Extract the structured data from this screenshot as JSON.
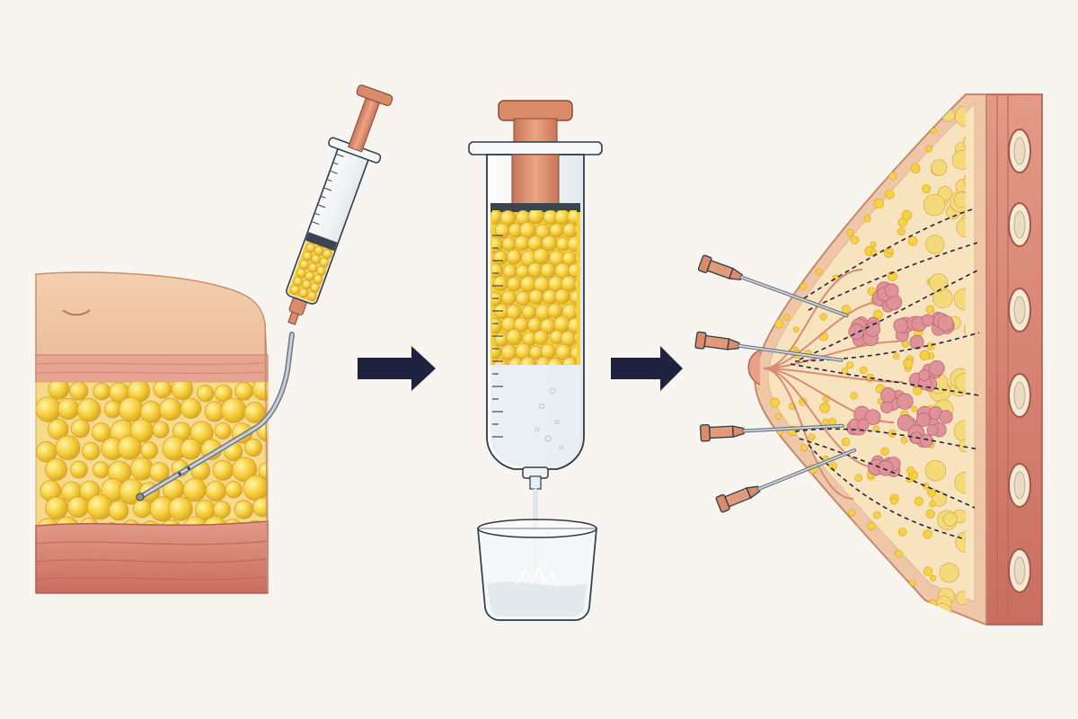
{
  "diagram": {
    "type": "procedure-illustration",
    "steps": [
      {
        "id": "harvest",
        "icon": "liposuction-cannula-syringe-icon"
      },
      {
        "id": "process",
        "icon": "decanting-syringe-icon"
      },
      {
        "id": "inject",
        "icon": "breast-fat-injection-icon"
      }
    ],
    "arrows": 2,
    "cannulas_at_breast": 4
  },
  "colors": {
    "background": "#f8f5f1",
    "fat": "#f5cf3c",
    "fat_dark": "#e0ac1c",
    "skin": "#f2c7a4",
    "muscle": "#d98272",
    "plunger": "#d98b6a",
    "arrow": "#1f2340",
    "outline": "#2d3a4a"
  }
}
